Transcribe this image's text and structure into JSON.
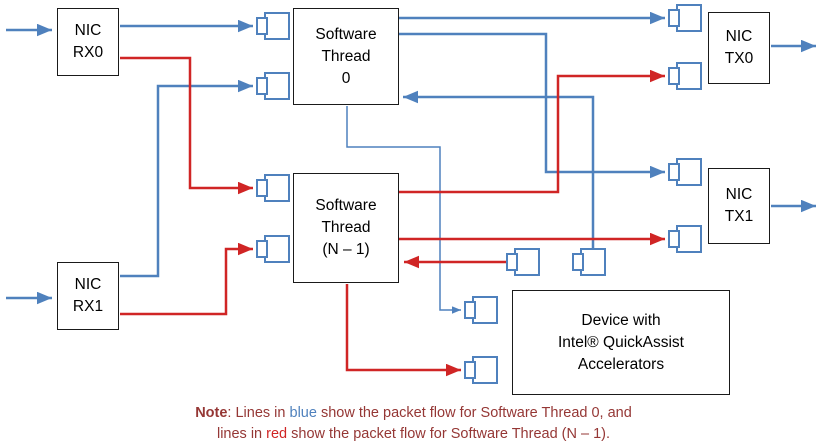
{
  "boxes": {
    "nic_rx0": {
      "lines": [
        "NIC",
        "RX0"
      ]
    },
    "nic_rx1": {
      "lines": [
        "NIC",
        "RX1"
      ]
    },
    "thread0": {
      "lines": [
        "Software",
        "Thread",
        "0"
      ]
    },
    "thread_n": {
      "lines": [
        "Software",
        "Thread",
        "(N – 1)"
      ]
    },
    "device": {
      "lines": [
        "Device with",
        "Intel® QuickAssist",
        "Accelerators"
      ]
    },
    "nic_tx0": {
      "lines": [
        "NIC",
        "TX0"
      ]
    },
    "nic_tx1": {
      "lines": [
        "NIC",
        "TX1"
      ]
    }
  },
  "note": {
    "label": "Note",
    "line1_pre": ": Lines in ",
    "line1_blue_word": "blue",
    "line1_post": " show the packet flow for Software Thread 0, and",
    "line2_pre": "lines in ",
    "line2_red_word": "red",
    "line2_post": " show the packet flow for Software Thread (N – 1)."
  },
  "colors": {
    "flow_thread0_blue": "#4F81BD",
    "flow_thread_n_red": "#D02525",
    "queue_border": "#4F81BD",
    "note_text": "#953735",
    "box_border": "#1a1a1a"
  },
  "icons": {
    "queue_icon_meaning": "packet-ring-queue"
  }
}
